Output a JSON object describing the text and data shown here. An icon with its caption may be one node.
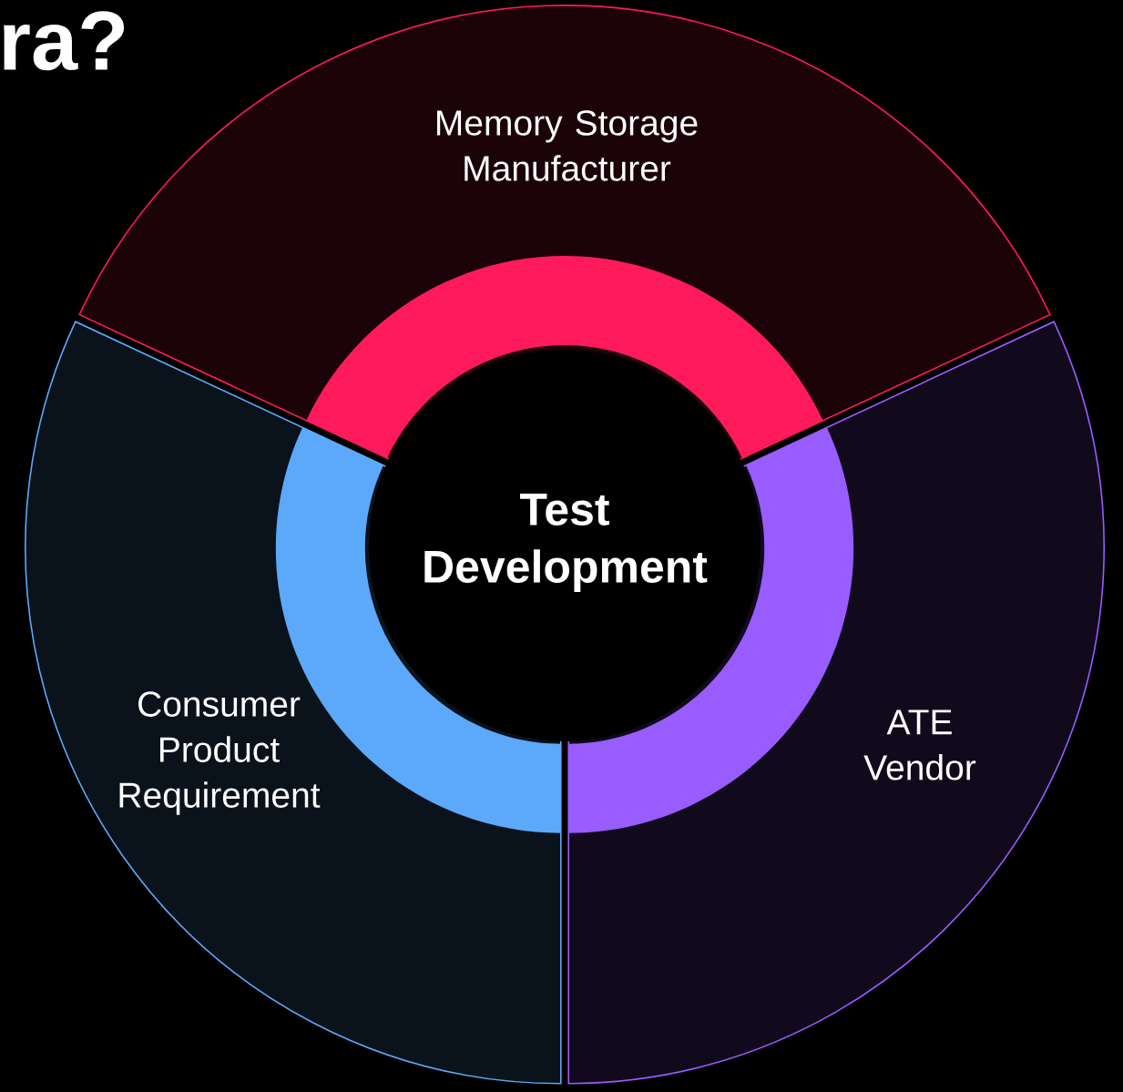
{
  "diagram": {
    "nodes": [
      {
        "text": [
          "Memory Storage Manufacturer"
        ]
      },
      {
        "text": [
          "Consumer Product Requirement"
        ]
      },
      {
        "text": [
          "ATE Vendor"
        ]
      },
      {
        "text": [
          "Test Development"
        ]
      }
    ],
    "labels": [
      "ra?"
    ]
  }
}
